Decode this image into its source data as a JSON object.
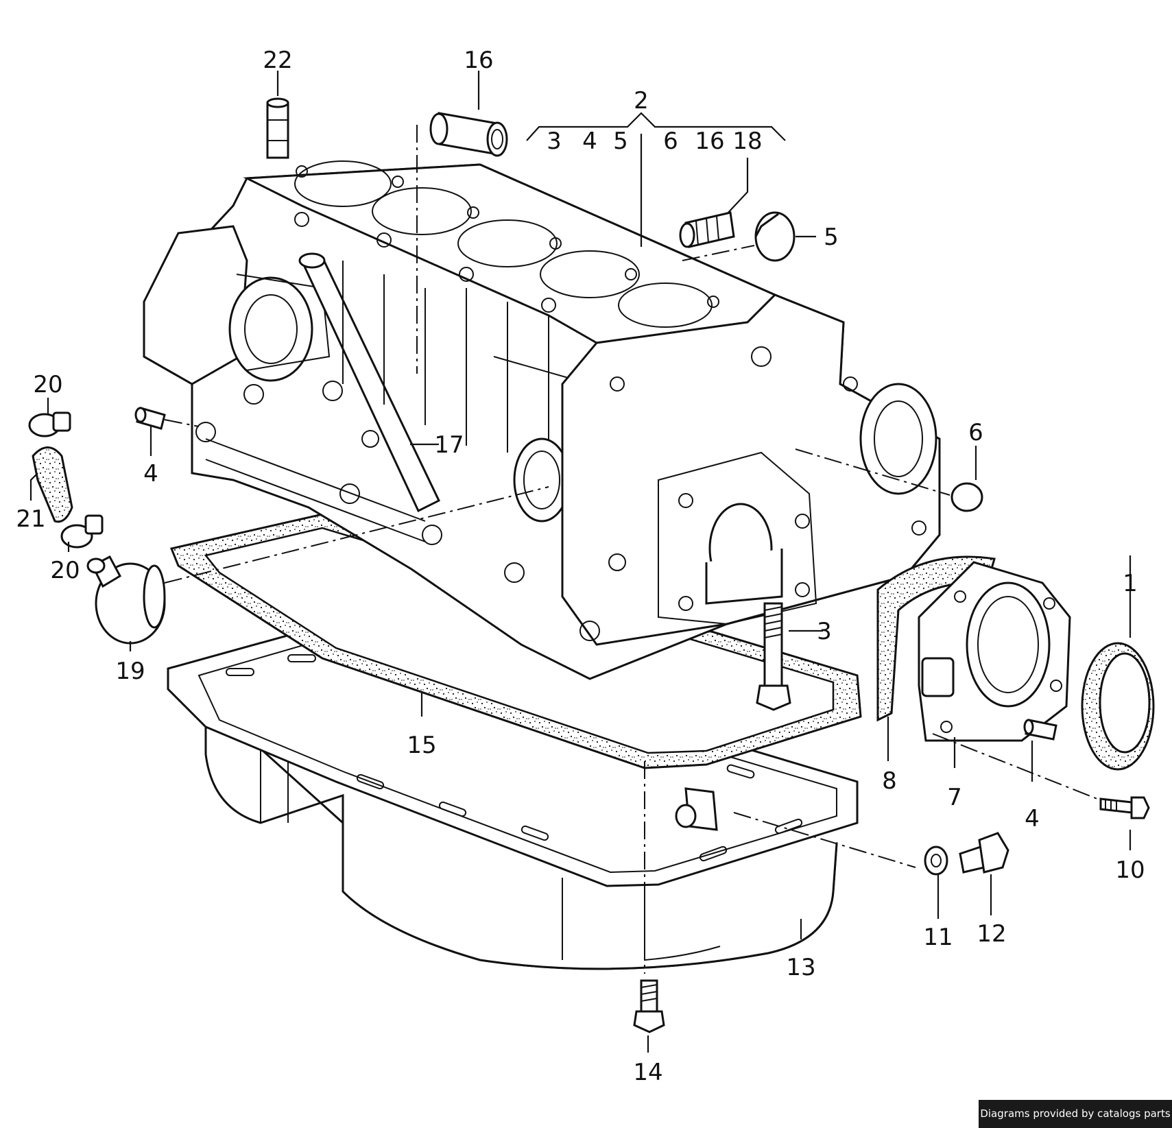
{
  "callouts": {
    "c1": "1",
    "c2": "2",
    "c3": "3",
    "c4a": "4",
    "c4b": "4",
    "c5": "5",
    "c6": "6",
    "c7": "7",
    "c8": "8",
    "c10": "10",
    "c11": "11",
    "c12": "12",
    "c13": "13",
    "c14": "14",
    "c15": "15",
    "c16": "16",
    "c17": "17",
    "c19": "19",
    "c20a": "20",
    "c20b": "20",
    "c21": "21",
    "c22": "22"
  },
  "group2": {
    "items": [
      "3",
      "4",
      "5",
      "6",
      "16",
      "18"
    ]
  },
  "credit": "Diagrams provided by catalogs parts"
}
